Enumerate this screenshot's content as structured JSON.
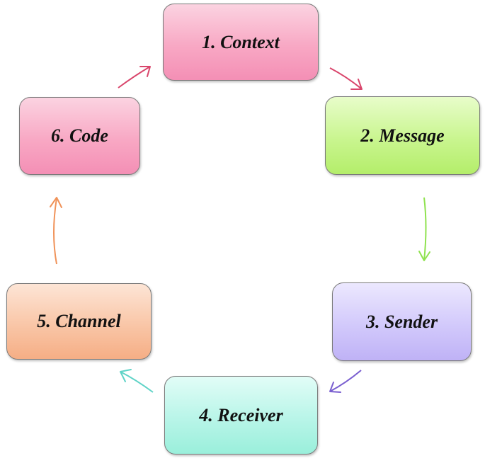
{
  "diagram": {
    "nodes": [
      {
        "id": "context",
        "label": "1. Context"
      },
      {
        "id": "message",
        "label": "2. Message"
      },
      {
        "id": "sender",
        "label": "3. Sender"
      },
      {
        "id": "receiver",
        "label": "4. Receiver"
      },
      {
        "id": "channel",
        "label": "5. Channel"
      },
      {
        "id": "code",
        "label": "6. Code"
      }
    ],
    "edges": [
      {
        "from": "context",
        "to": "message",
        "color": "#d9456b"
      },
      {
        "from": "message",
        "to": "sender",
        "color": "#8fe24f"
      },
      {
        "from": "sender",
        "to": "receiver",
        "color": "#7a5fd0"
      },
      {
        "from": "receiver",
        "to": "channel",
        "color": "#5fd3c7"
      },
      {
        "from": "channel",
        "to": "code",
        "color": "#f0935a"
      },
      {
        "from": "code",
        "to": "context",
        "color": "#d9456b"
      }
    ]
  }
}
